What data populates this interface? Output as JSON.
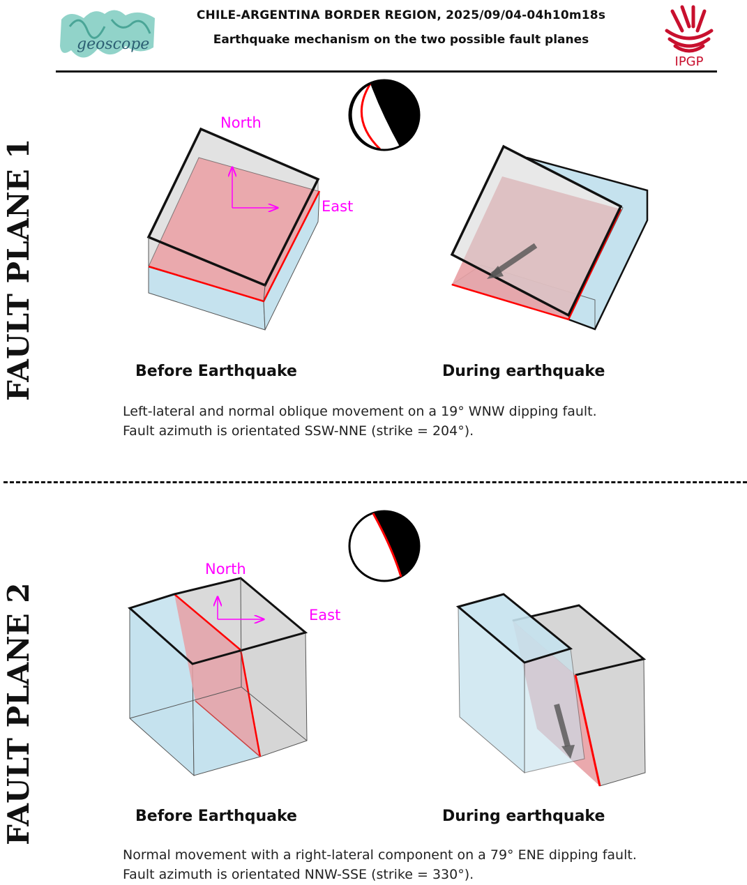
{
  "header": {
    "title": "CHILE-ARGENTINA BORDER REGION, 2025/09/04-04h10m18s",
    "subtitle": "Earthquake mechanism on the two possible fault planes",
    "left_logo": "geoscope",
    "right_logo": "IPGP"
  },
  "panels": [
    {
      "side_label": "FAULT PLANE 1",
      "compass": {
        "north": "North",
        "east": "East"
      },
      "before_caption": "Before Earthquake",
      "during_caption": "During earthquake",
      "description": [
        "Left-lateral and normal oblique movement on a 19° WNW dipping fault.",
        "Fault azimuth is orientated SSW-NNE (strike = 204°)."
      ]
    },
    {
      "side_label": "FAULT PLANE 2",
      "compass": {
        "north": "North",
        "east": "East"
      },
      "before_caption": "Before Earthquake",
      "during_caption": "During earthquake",
      "description": [
        "Normal movement with a right-lateral component on a 79° ENE dipping fault.",
        "Fault azimuth is orientated NNW-SSE (strike = 330°)."
      ]
    }
  ],
  "colors": {
    "fault_plane": "#e8a0a4",
    "fault_edge": "#ff0000",
    "block_blue": "#c5e2ee",
    "block_grey": "#d6d6d6",
    "compass": "#ff00ff",
    "beachball_dark": "#000000"
  }
}
